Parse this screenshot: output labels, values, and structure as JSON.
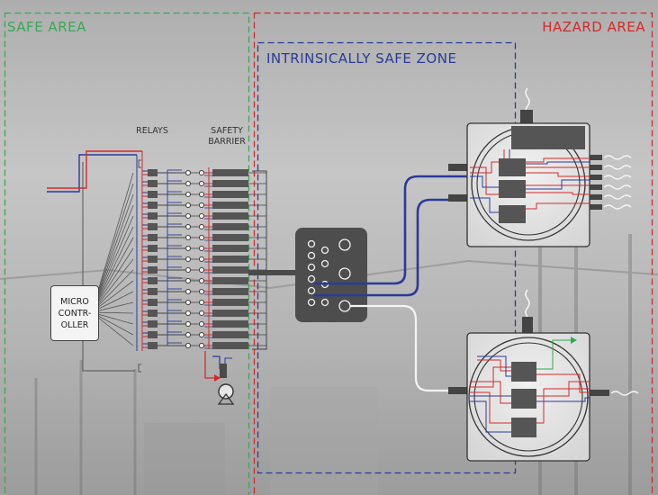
{
  "zones": {
    "safe": {
      "label": "SAFE AREA",
      "color": "#37a956"
    },
    "hazard": {
      "label": "HAZARD AREA",
      "color": "#d42a2a"
    },
    "intrinsic": {
      "label": "INTRINSICALLY SAFE ZONE",
      "color": "#2b3a9a"
    }
  },
  "components": {
    "relays_label": "RELAYS",
    "barrier_label": "SAFETY\nBARRIER",
    "controller_label": "MICRO\nCONTR-\nOLLER"
  },
  "colors": {
    "red_wire": "#d42a2a",
    "blue_wire": "#2b3a9a",
    "dark_block": "#555555",
    "pipe": "#4a4a4a",
    "green_arrow": "#2eaa4a"
  },
  "counts": {
    "relay_rows": 17
  }
}
